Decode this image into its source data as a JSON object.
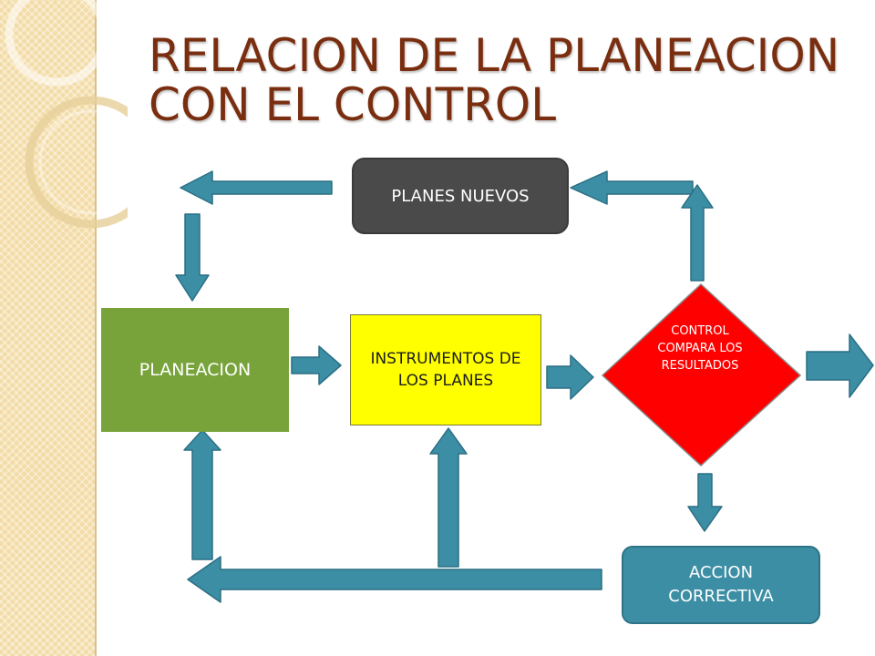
{
  "slide": {
    "title": "RELACION DE LA PLANEACION CON EL CONTROL"
  },
  "nodes": {
    "planes_nuevos": "PLANES NUEVOS",
    "planeacion": "PLANEACION",
    "instrumentos": "INSTRUMENTOS DE LOS PLANES",
    "control": "CONTROL COMPARA LOS RESULTADOS",
    "accion_correctiva": "ACCION CORRECTIVA"
  },
  "colors": {
    "title": "#7a2e10",
    "planes_nuevos": "#4a4a4a",
    "planeacion": "#77a33a",
    "instrumentos": "#ffff00",
    "control": "#ff0000",
    "accion_correctiva": "#3c8ea4",
    "arrow_fill": "#3c8ea4",
    "arrow_stroke": "#2b6f84"
  }
}
